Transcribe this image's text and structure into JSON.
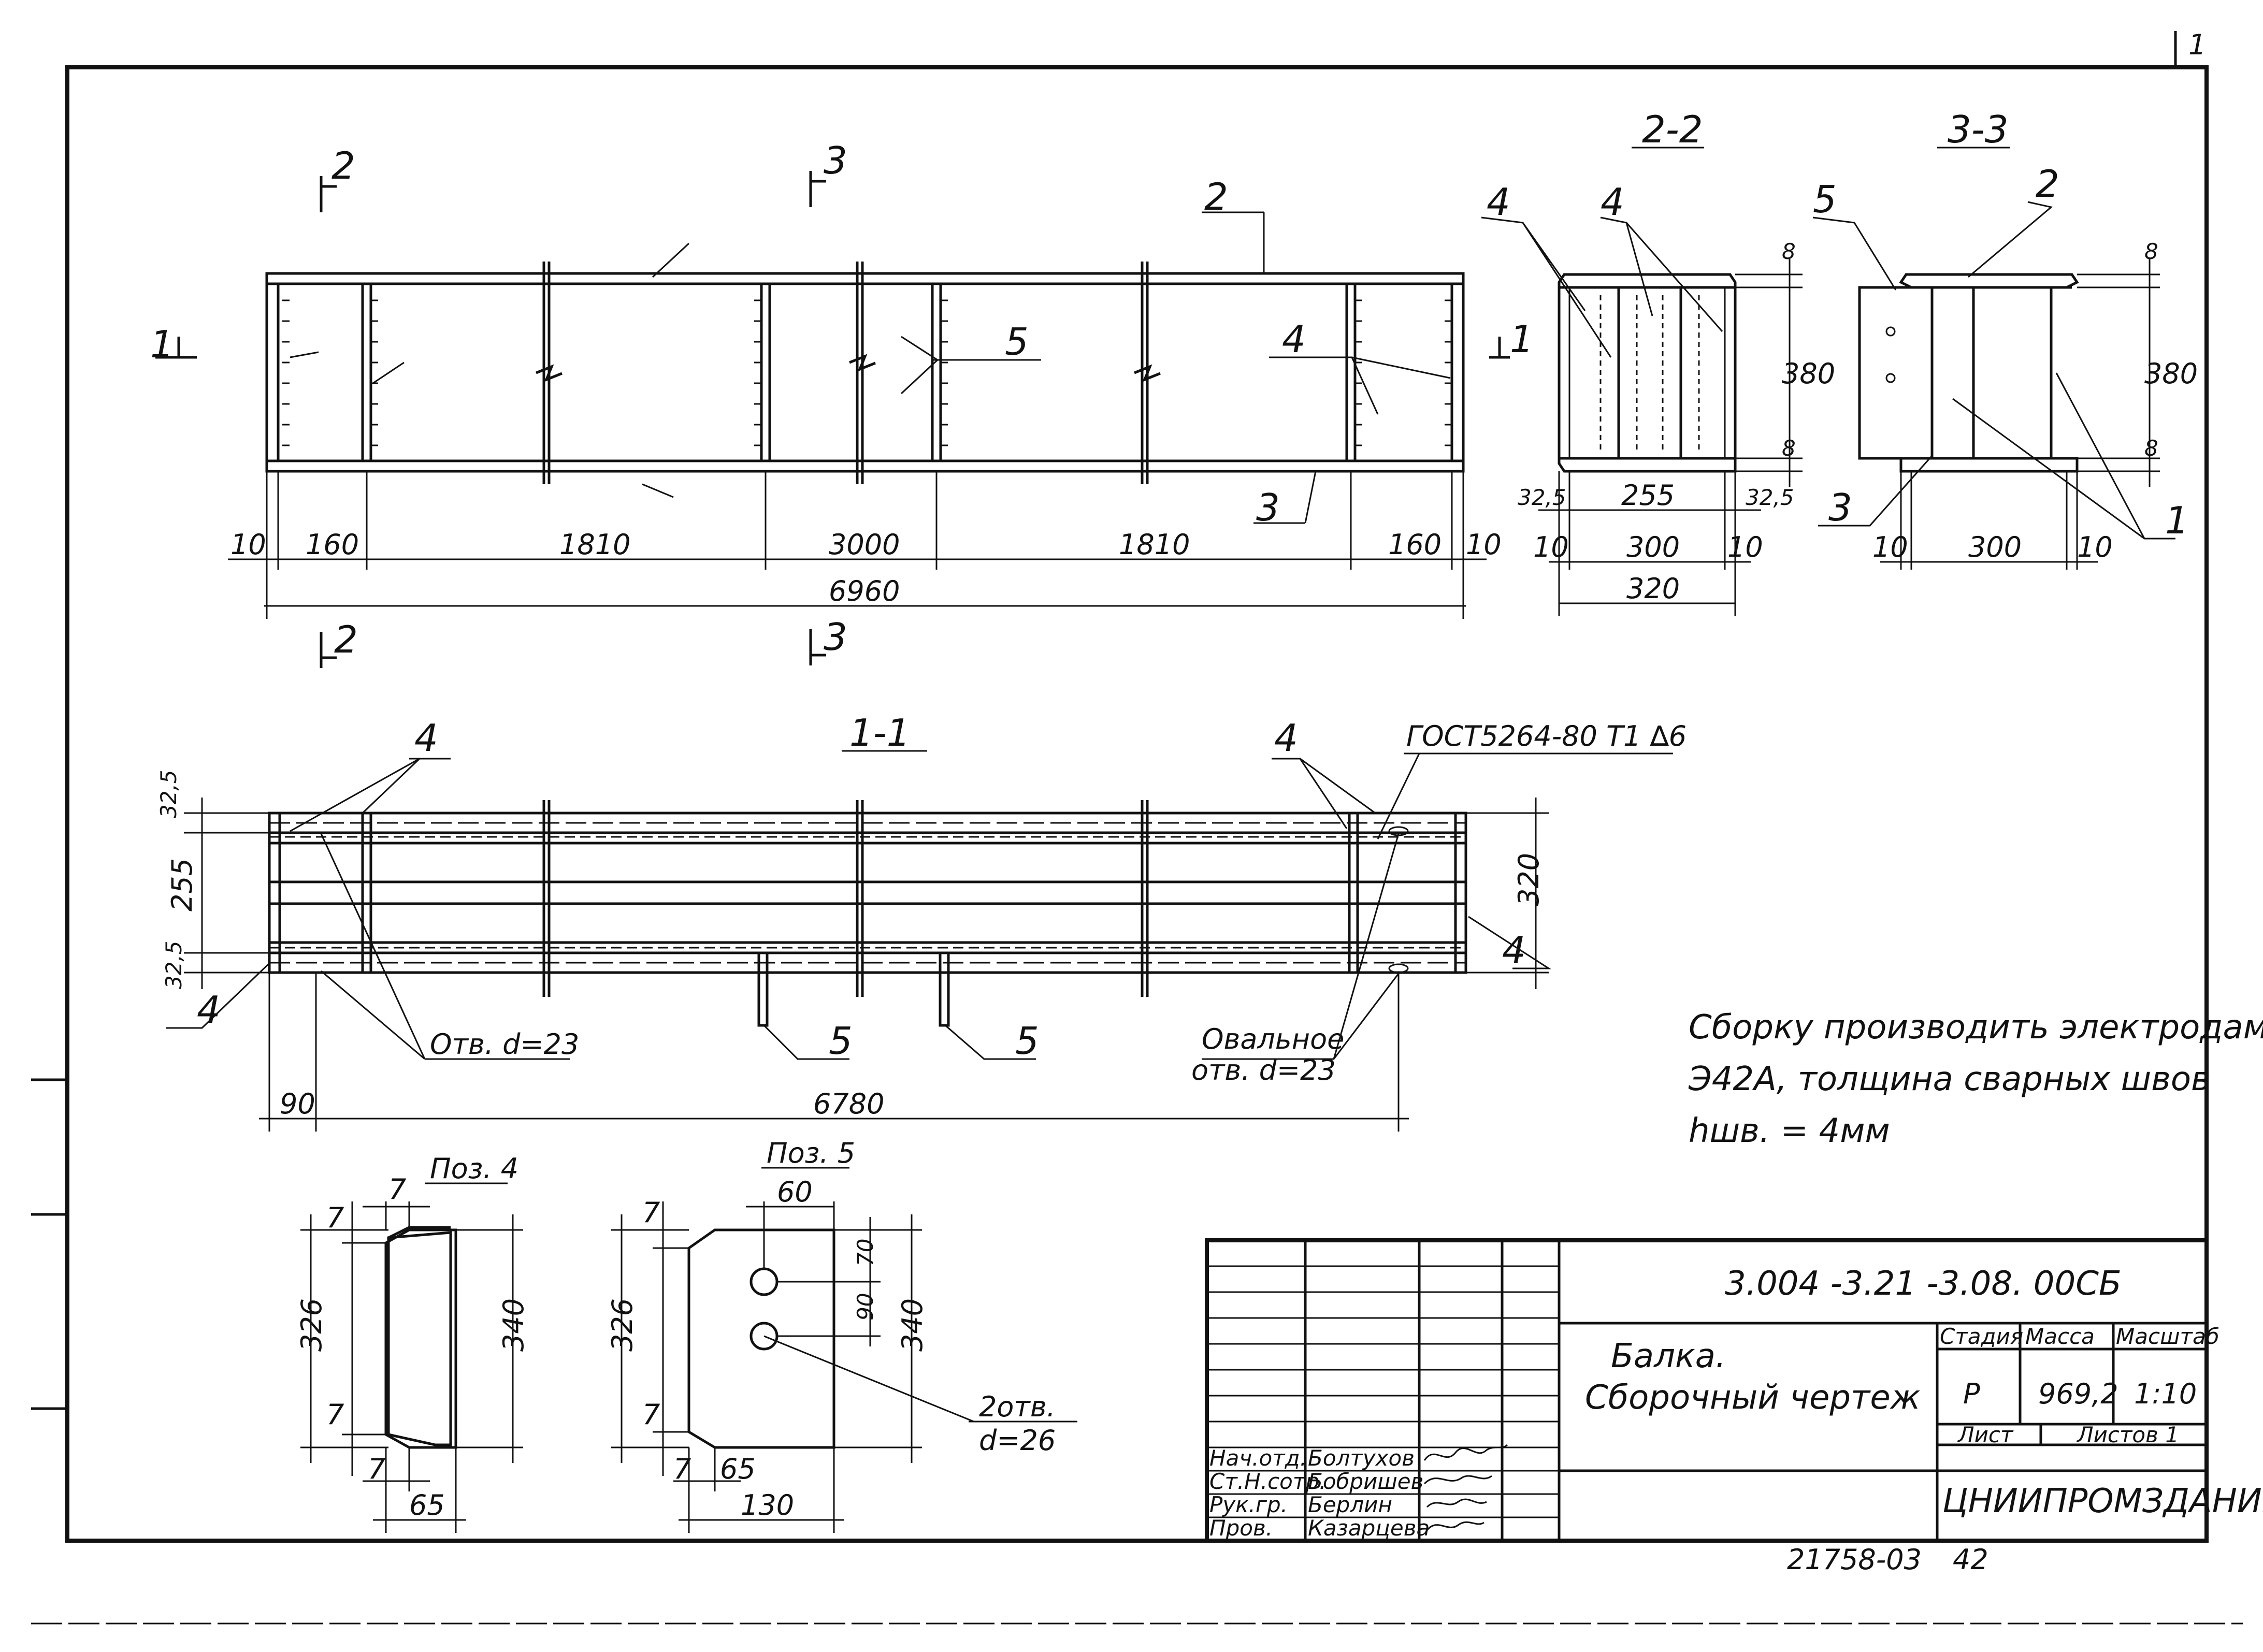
{
  "corner_mark": "1",
  "sections": {
    "s22_title": "2-2",
    "s33_title": "3-3",
    "s11_title": "1-1",
    "cut_2": "2",
    "cut_3": "3",
    "cut_1": "1"
  },
  "positions": {
    "p1": "1",
    "p2": "2",
    "p3": "3",
    "p4": "4",
    "p5": "5"
  },
  "main_view": {
    "dims": [
      "10",
      "160",
      "1810",
      "3000",
      "1810",
      "160",
      "10"
    ],
    "total": "6960"
  },
  "section_22": {
    "h": "380",
    "f1": "8",
    "f2": "8",
    "w_inner": "255",
    "left": "32,5",
    "right": "32,5",
    "b1": "10",
    "b2": "300",
    "b3": "10",
    "total": "320"
  },
  "section_33": {
    "h": "380",
    "f1": "8",
    "f2": "8",
    "b1": "10",
    "b2": "300",
    "b3": "10"
  },
  "section_11": {
    "d_top": "32,5",
    "d_mid": "255",
    "d_bot": "32,5",
    "d_total": "320",
    "d_left": "90",
    "d_len": "6780",
    "weld_note": "ГОСТ5264-80 Т1 ∆6",
    "hole_label": "Отв. d=23",
    "oval_label_1": "Овальное",
    "oval_label_2": "отв. d=23"
  },
  "note": {
    "line1": "Сборку производить электродами",
    "line2": "Э42А, толщина сварных швов",
    "line3": "hшв. = 4мм"
  },
  "pos4": {
    "title": "Поз. 4",
    "c1": "7",
    "c2": "7",
    "c3": "7",
    "c4": "7",
    "h1": "326",
    "h2": "340",
    "w": "65"
  },
  "pos5": {
    "title": "Поз. 5",
    "w1": "60",
    "d1": "70",
    "d2": "90",
    "h1": "326",
    "h2": "340",
    "c1": "7",
    "c2": "7",
    "c3": "7",
    "w2": "65",
    "w3": "130",
    "holes_1": "2отв.",
    "holes_2": "d=26"
  },
  "title_block": {
    "doc_code": "3.004 -3.21 -3.08. 00СБ",
    "name_1": "Балка.",
    "name_2": "Сборочный чертеж",
    "stage_hdr": "Стадия",
    "mass_hdr": "Масса",
    "scale_hdr": "Масштаб",
    "stage": "Р",
    "mass": "969,2",
    "scale": "1:10",
    "sheet_hdr": "Лист",
    "sheets_hdr": "Листов 1",
    "org": "ЦНИИПРОМЗДАНИЙ",
    "roles": [
      "Нач.отд.",
      "Ст.Н.сотр.",
      "Рук.гр.",
      "Пров."
    ],
    "people": [
      "Болтухов",
      "Бобришев",
      "Берлин",
      "Казарцева"
    ]
  },
  "footer": {
    "num": "21758-03",
    "page": "42"
  }
}
